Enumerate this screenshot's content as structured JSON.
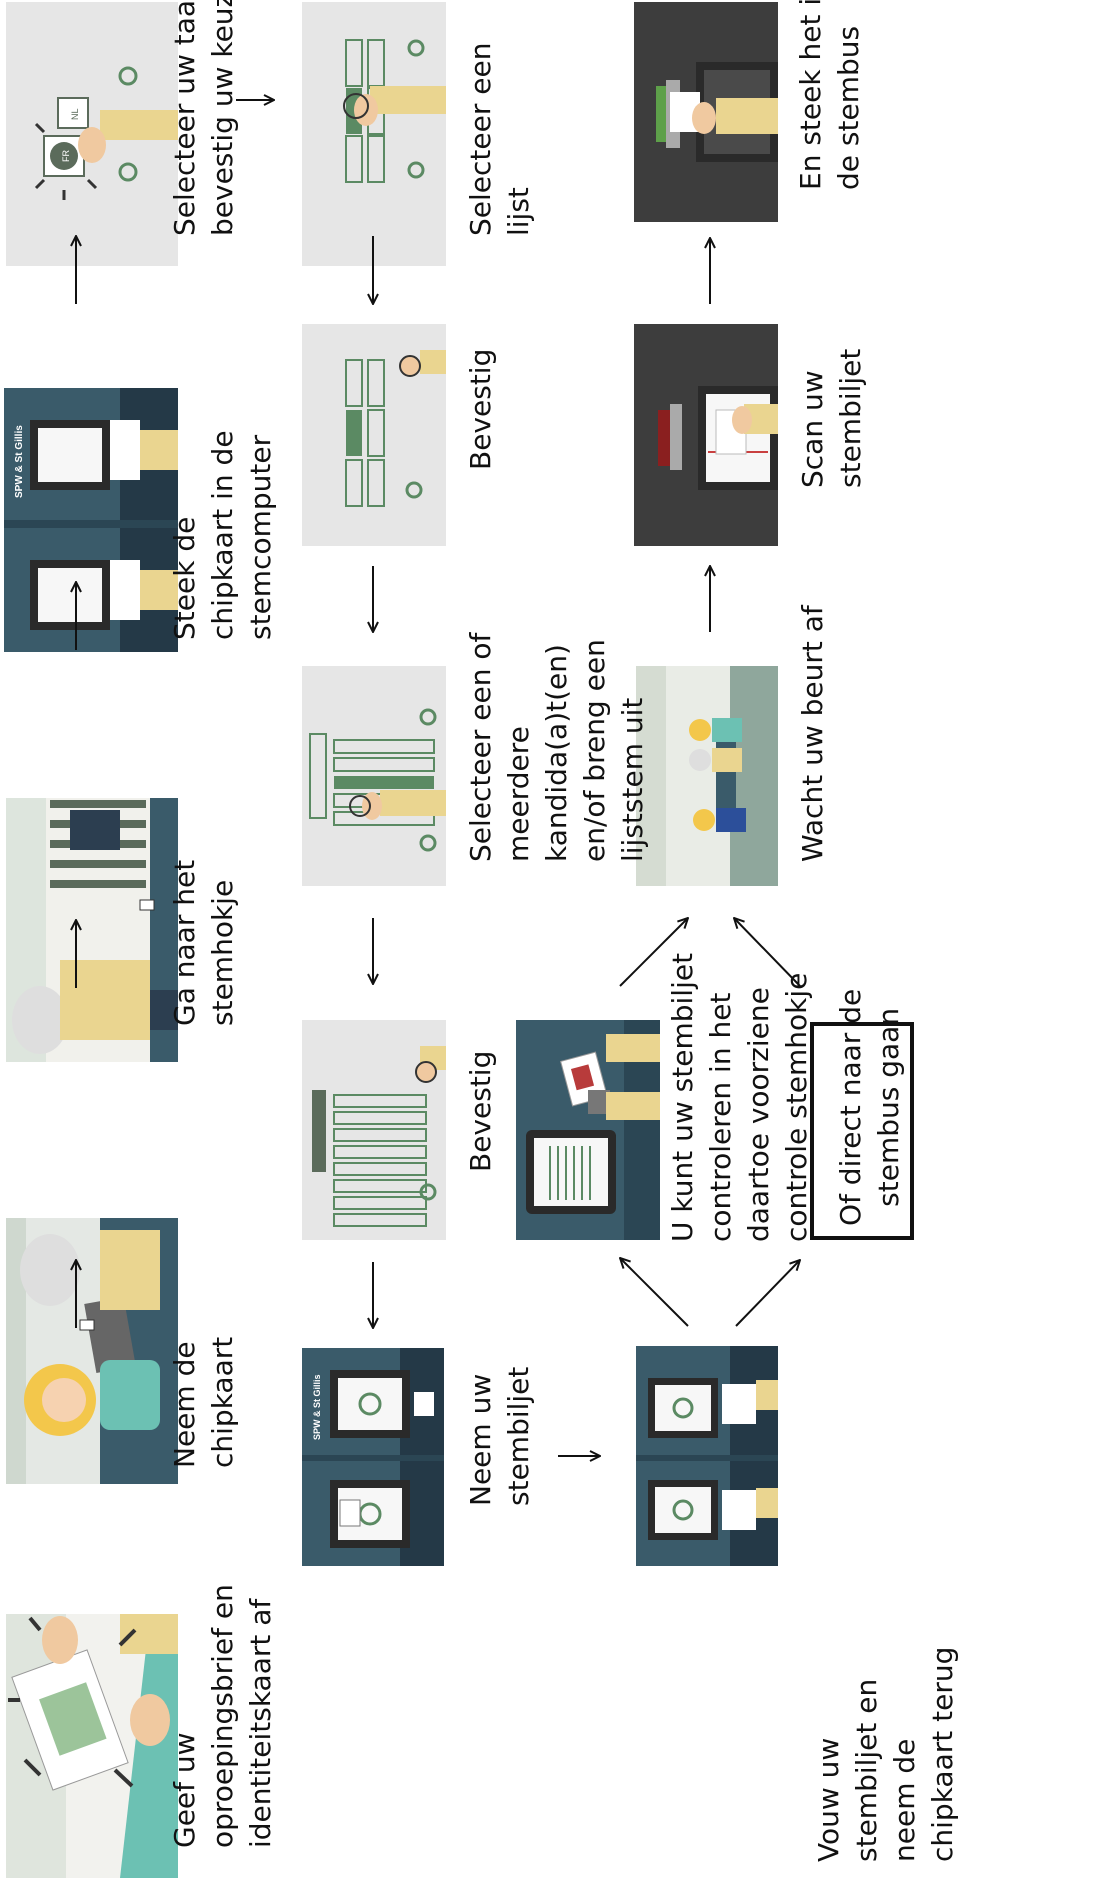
{
  "steps": [
    {
      "id": "s1",
      "text": "Geef uw\noproepingsbrief en\nidentiteitskaart af"
    },
    {
      "id": "s2",
      "text": "Neem de\nchipkaart"
    },
    {
      "id": "s3",
      "text": "Ga naar het\nstemhokje"
    },
    {
      "id": "s4",
      "text": "Steek de\nchipkaart in de\nstemcomputer"
    },
    {
      "id": "s5",
      "text": "Selecteer uw taal en\nbevestig uw keuze"
    },
    {
      "id": "s6",
      "text": "Selecteer een\nlijst"
    },
    {
      "id": "s7",
      "text": "Bevestig"
    },
    {
      "id": "s8",
      "text": "Selecteer een of\nmeerdere\nkandida(a)t(en)\nen/of breng een\nlijststem uit"
    },
    {
      "id": "s9",
      "text": "Bevestig"
    },
    {
      "id": "s10",
      "text": "Neem uw\nstembiljet"
    },
    {
      "id": "s11",
      "text": "Vouw uw\nstembiljet en\nneem de\nchipkaart terug"
    },
    {
      "id": "s12",
      "text": "U kunt uw stembiljet\ncontroleren in het\ndaartoe voorziene\ncontrole stemhokje"
    },
    {
      "id": "s13",
      "text": "Of direct naar de\nstembus gaan"
    },
    {
      "id": "s14",
      "text": "Wacht uw beurt af"
    },
    {
      "id": "s15",
      "text": "Scan uw\nstembiljet"
    },
    {
      "id": "s16",
      "text": "En steek het in\nde stembus"
    }
  ],
  "booth_sign": "SPW & St Gillis",
  "lang_options": [
    "NL",
    "FR"
  ],
  "colors": {
    "panel_light": "#e6e6e6",
    "panel_dark": "#3d3d3d",
    "teal": "#3a5b6a",
    "accent_green": "#5b8a63",
    "hand": "#f0c9a0",
    "sleeve": "#ead590"
  }
}
